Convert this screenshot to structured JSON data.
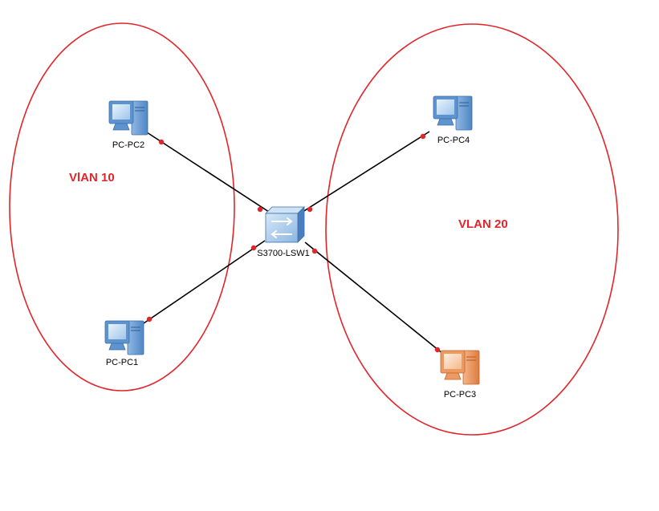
{
  "diagram": {
    "zones": [
      {
        "id": "vlan10",
        "label": "VlAN 10",
        "color": "#e0262b"
      },
      {
        "id": "vlan20",
        "label": "VLAN 20",
        "color": "#e0262b"
      }
    ],
    "nodes": [
      {
        "id": "pc2",
        "label": "PC-PC2",
        "kind": "pc",
        "icon": "pc-icon",
        "color": "#6fa3da"
      },
      {
        "id": "pc1",
        "label": "PC-PC1",
        "kind": "pc",
        "icon": "pc-icon",
        "color": "#6fa3da"
      },
      {
        "id": "pc4",
        "label": "PC-PC4",
        "kind": "pc",
        "icon": "pc-icon",
        "color": "#6fa3da"
      },
      {
        "id": "pc3",
        "label": "PC-PC3",
        "kind": "pc",
        "icon": "pc-icon",
        "color": "#ef9a5f"
      },
      {
        "id": "sw1",
        "label": "S3700-LSW1",
        "kind": "switch",
        "icon": "switch-icon",
        "color": "#6fa3da"
      }
    ],
    "links": [
      {
        "from": "pc2",
        "to": "sw1"
      },
      {
        "from": "pc1",
        "to": "sw1"
      },
      {
        "from": "pc4",
        "to": "sw1"
      },
      {
        "from": "pc3",
        "to": "sw1"
      }
    ],
    "link_color": "#000000",
    "port_dot_color": "#e0262b"
  }
}
